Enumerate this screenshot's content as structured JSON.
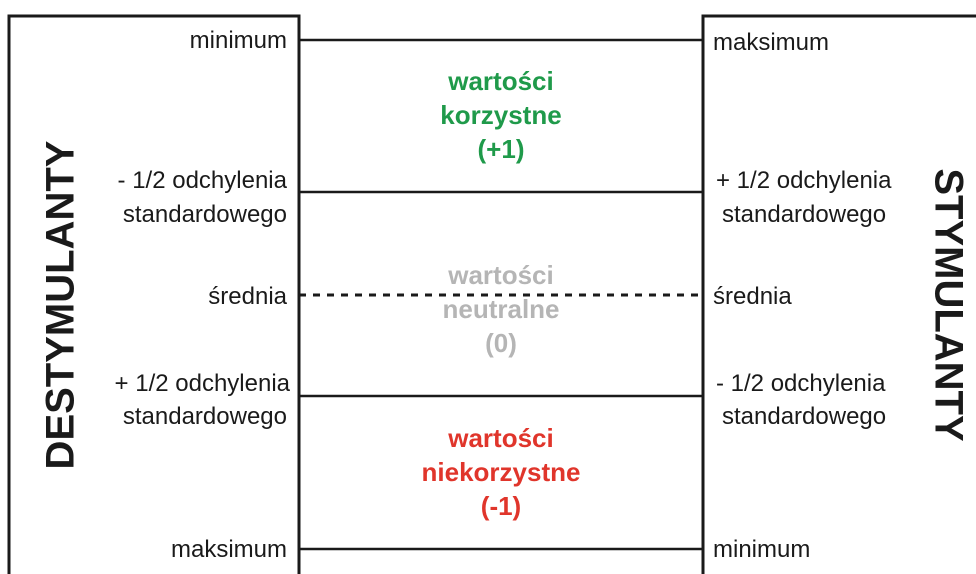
{
  "left_side": {
    "title": "DESTYMULANTY",
    "labels": {
      "top": "minimum",
      "upper_line1": "- 1/2 odchylenia",
      "upper_line2": "standardowego",
      "middle": "średnia",
      "lower_line1": "+ 1/2 odchylenia",
      "lower_line2": "standardowego",
      "bottom": "maksimum"
    }
  },
  "right_side": {
    "title": "STYMULANTY",
    "labels": {
      "top": "maksimum",
      "upper_line1": "+ 1/2 odchylenia",
      "upper_line2": "standardowego",
      "middle": "średnia",
      "lower_line1": "- 1/2 odchylenia",
      "lower_line2": "standardowego",
      "bottom": "minimum"
    }
  },
  "zones": {
    "favorable": {
      "line1": "wartości",
      "line2": "korzystne",
      "line3": "(+1)",
      "color": "#1f9a4a"
    },
    "neutral": {
      "line1": "wartości",
      "line2": "neutralne",
      "line3": "(0)",
      "color": "#b5b5b5"
    },
    "unfavorable": {
      "line1": "wartości",
      "line2": "niekorzystne",
      "line3": "(-1)",
      "color": "#e0352b"
    }
  }
}
